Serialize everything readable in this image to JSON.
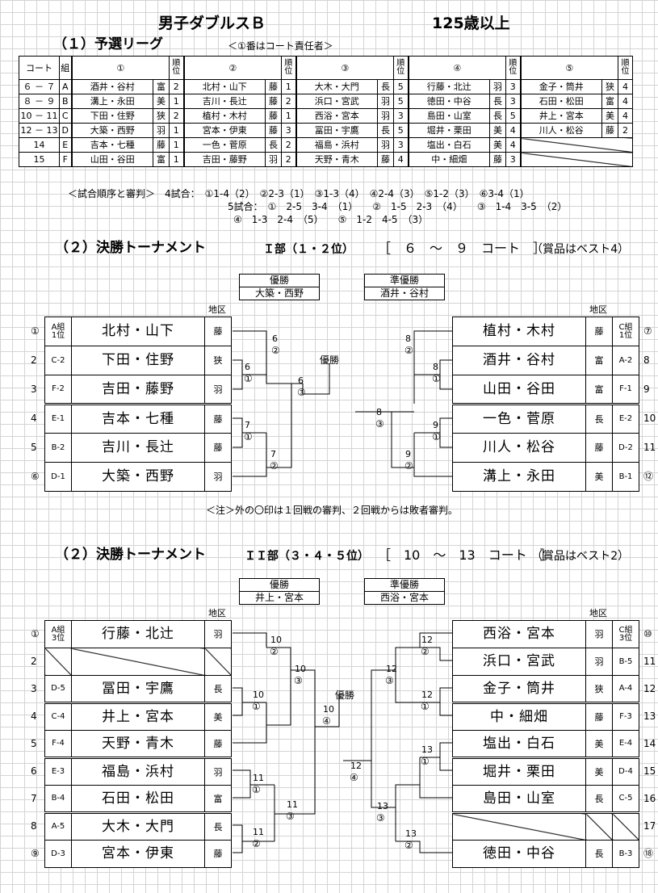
{
  "header": {
    "title": "男子ダブルスＢ",
    "age": "125歳以上"
  },
  "league": {
    "title": "（１）予選リーグ",
    "note": "＜①番はコート責任者＞",
    "headers": {
      "court": "コート",
      "group": "組",
      "rank": "順\n位",
      "slots": [
        "①",
        "②",
        "③",
        "④",
        "⑤"
      ]
    },
    "rows": [
      {
        "court": "６ － ７",
        "group": "A",
        "slots": [
          [
            "酒井・谷村",
            "富",
            "2"
          ],
          [
            "北村・山下",
            "藤",
            "1"
          ],
          [
            "大木・大門",
            "長",
            "5"
          ],
          [
            "行藤・北辻",
            "羽",
            "3"
          ],
          [
            "金子・筒井",
            "狭",
            "4"
          ]
        ]
      },
      {
        "court": "８ － ９",
        "group": "B",
        "slots": [
          [
            "溝上・永田",
            "美",
            "1"
          ],
          [
            "吉川・長辻",
            "藤",
            "2"
          ],
          [
            "浜口・宮武",
            "羽",
            "5"
          ],
          [
            "徳田・中谷",
            "長",
            "3"
          ],
          [
            "石田・松田",
            "富",
            "4"
          ]
        ]
      },
      {
        "court": "10 － 11",
        "group": "C",
        "slots": [
          [
            "下田・住野",
            "狭",
            "2"
          ],
          [
            "植村・木村",
            "藤",
            "1"
          ],
          [
            "西浴・宮本",
            "羽",
            "3"
          ],
          [
            "島田・山室",
            "長",
            "5"
          ],
          [
            "井上・宮本",
            "美",
            "4"
          ]
        ]
      },
      {
        "court": "12 － 13",
        "group": "D",
        "slots": [
          [
            "大築・西野",
            "羽",
            "1"
          ],
          [
            "宮本・伊東",
            "藤",
            "3"
          ],
          [
            "冨田・宇鷹",
            "長",
            "5"
          ],
          [
            "堀井・栗田",
            "美",
            "4"
          ],
          [
            "川人・松谷",
            "藤",
            "2"
          ]
        ]
      },
      {
        "court": "14",
        "group": "E",
        "slots": [
          [
            "吉本・七種",
            "藤",
            "1"
          ],
          [
            "一色・菅原",
            "長",
            "2"
          ],
          [
            "福島・浜村",
            "羽",
            "3"
          ],
          [
            "塩出・白石",
            "美",
            "4"
          ],
          null
        ]
      },
      {
        "court": "15",
        "group": "F",
        "slots": [
          [
            "山田・谷田",
            "富",
            "1"
          ],
          [
            "吉田・藤野",
            "羽",
            "2"
          ],
          [
            "天野・青木",
            "藤",
            "4"
          ],
          [
            "中・細畑",
            "藤",
            "3"
          ],
          null
        ]
      }
    ],
    "order": {
      "line1": "＜試合順序と審判＞　4試合：　①1-4（2）　②2-3（1）　③1-3（4）　④2-4（3）　⑤1-2（3）　⑥3-4（1）",
      "line2": "5試合：　①　2-5　3-4　（1）　　②　1-5　2-3　（4）　　③　1-4　3-5　（2）",
      "line3": "④　1-3　2-4　（5）　　⑤　1-2　4-5　（3）"
    }
  },
  "t1": {
    "title": "（２）決勝トーナメント",
    "division": "Ｉ部（１・２位）",
    "courts": "［　６　～　９　コート　］",
    "prize": "（賞品はベスト4）",
    "winner_label": "優勝",
    "winner": "大築・西野",
    "runnerup_label": "準優勝",
    "runnerup": "酒井・谷村",
    "region_label": "地区",
    "final_label": "優勝",
    "left": [
      {
        "seed": "①",
        "code": "A組\n1位",
        "name": "北村・山下",
        "region": "藤"
      },
      {
        "seed": "2",
        "code": "C-2",
        "name": "下田・住野",
        "region": "狭"
      },
      {
        "seed": "3",
        "code": "F-2",
        "name": "吉田・藤野",
        "region": "羽"
      },
      {
        "seed": "4",
        "code": "E-1",
        "name": "吉本・七種",
        "region": "藤"
      },
      {
        "seed": "5",
        "code": "B-2",
        "name": "吉川・長辻",
        "region": "藤"
      },
      {
        "seed": "⑥",
        "code": "D-1",
        "name": "大築・西野",
        "region": "羽"
      }
    ],
    "right": [
      {
        "seed": "⑦",
        "code": "C組\n1位",
        "name": "植村・木村",
        "region": "藤"
      },
      {
        "seed": "8",
        "code": "A-2",
        "name": "酒井・谷村",
        "region": "富"
      },
      {
        "seed": "9",
        "code": "F-1",
        "name": "山田・谷田",
        "region": "富"
      },
      {
        "seed": "10",
        "code": "E-2",
        "name": "一色・菅原",
        "region": "長"
      },
      {
        "seed": "11",
        "code": "D-2",
        "name": "川人・松谷",
        "region": "藤"
      },
      {
        "seed": "⑫",
        "code": "B-1",
        "name": "溝上・永田",
        "region": "美"
      }
    ],
    "marks": {
      "a": "6",
      "a_ref": "②",
      "b": "6",
      "b_ref": "①",
      "c": "6",
      "c_ref": "③",
      "d": "7",
      "d_ref": "①",
      "e": "7",
      "e_ref": "②",
      "f": "8",
      "f_ref": "②",
      "g": "8",
      "g_ref": "①",
      "h": "8",
      "h_ref": "③",
      "i": "9",
      "i_ref": "①",
      "j": "9",
      "j_ref": "②"
    },
    "note": "＜注＞外の〇印は１回戦の審判、２回戦からは敗者審判。"
  },
  "t2": {
    "title": "（２）決勝トーナメント",
    "division": "ＩＩ部（３・４・５位）",
    "courts": "［　10　～　13　コート　］",
    "prize": "（賞品はベスト2）",
    "winner_label": "優勝",
    "winner": "井上・宮本",
    "runnerup_label": "準優勝",
    "runnerup": "西浴・宮本",
    "region_label": "地区",
    "final_label": "優勝",
    "left": [
      {
        "seed": "①",
        "code": "A組\n3位",
        "name": "行藤・北辻",
        "region": "羽"
      },
      {
        "seed": "2",
        "code": "",
        "name": "",
        "region": "",
        "bye": true
      },
      {
        "seed": "3",
        "code": "D-5",
        "name": "冨田・宇鷹",
        "region": "長"
      },
      {
        "seed": "4",
        "code": "C-4",
        "name": "井上・宮本",
        "region": "美"
      },
      {
        "seed": "5",
        "code": "F-4",
        "name": "天野・青木",
        "region": "藤"
      },
      {
        "seed": "6",
        "code": "E-3",
        "name": "福島・浜村",
        "region": "羽"
      },
      {
        "seed": "7",
        "code": "B-4",
        "name": "石田・松田",
        "region": "富"
      },
      {
        "seed": "8",
        "code": "A-5",
        "name": "大木・大門",
        "region": "長"
      },
      {
        "seed": "⑨",
        "code": "D-3",
        "name": "宮本・伊東",
        "region": "藤"
      }
    ],
    "right": [
      {
        "seed": "⑩",
        "code": "C組\n3位",
        "name": "西浴・宮本",
        "region": "羽"
      },
      {
        "seed": "11",
        "code": "B-5",
        "name": "浜口・宮武",
        "region": "羽"
      },
      {
        "seed": "12",
        "code": "A-4",
        "name": "金子・筒井",
        "region": "狭"
      },
      {
        "seed": "13",
        "code": "F-3",
        "name": "中・細畑",
        "region": "藤"
      },
      {
        "seed": "14",
        "code": "E-4",
        "name": "塩出・白石",
        "region": "美"
      },
      {
        "seed": "15",
        "code": "D-4",
        "name": "堀井・栗田",
        "region": "美"
      },
      {
        "seed": "16",
        "code": "C-5",
        "name": "島田・山室",
        "region": "長"
      },
      {
        "seed": "17",
        "code": "",
        "name": "",
        "region": "",
        "bye": true
      },
      {
        "seed": "⑱",
        "code": "B-3",
        "name": "徳田・中谷",
        "region": "長"
      }
    ],
    "marks": {
      "a": "10",
      "a_ref": "②",
      "b": "10",
      "b_ref": "③",
      "c": "10",
      "c_ref": "①",
      "d": "10",
      "d_ref": "④",
      "e": "11",
      "e_ref": "①",
      "f": "11",
      "f_ref": "②",
      "g": "11",
      "g_ref": "③",
      "h": "12",
      "h_ref": "②",
      "i": "12",
      "i_ref": "①",
      "j": "12",
      "j_ref": "③",
      "k": "12",
      "k_ref": "④",
      "l": "13",
      "l_ref": "①",
      "m": "13",
      "m_ref": "②",
      "n": "13",
      "n_ref": "③"
    }
  }
}
